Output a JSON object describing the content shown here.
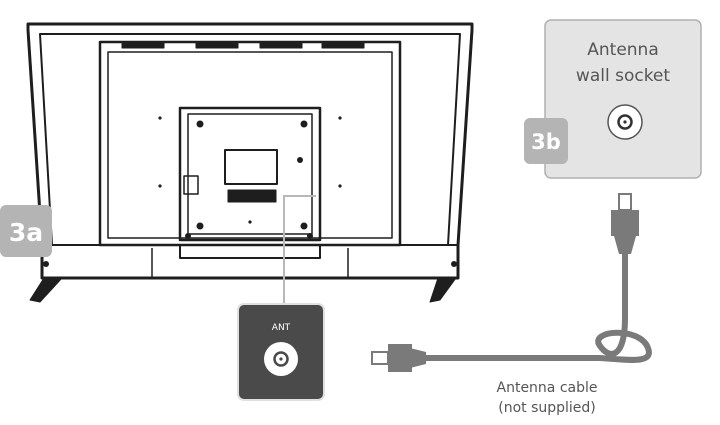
{
  "tv": {
    "step_badge": "3a",
    "port_label": "ANT"
  },
  "wall_socket": {
    "step_badge": "3b",
    "label_line1": "Antenna",
    "label_line2": "wall socket"
  },
  "cable": {
    "label_line1": "Antenna cable",
    "label_line2": "(not supplied)"
  },
  "colors": {
    "tv_outline": "#1e1e1e",
    "badge_grey": "#b4b4b4",
    "socket_panel": "#e4e4e4",
    "port_panel": "#4a4a4a",
    "cable_grey": "#7a7a7a",
    "label_text": "#555555"
  }
}
